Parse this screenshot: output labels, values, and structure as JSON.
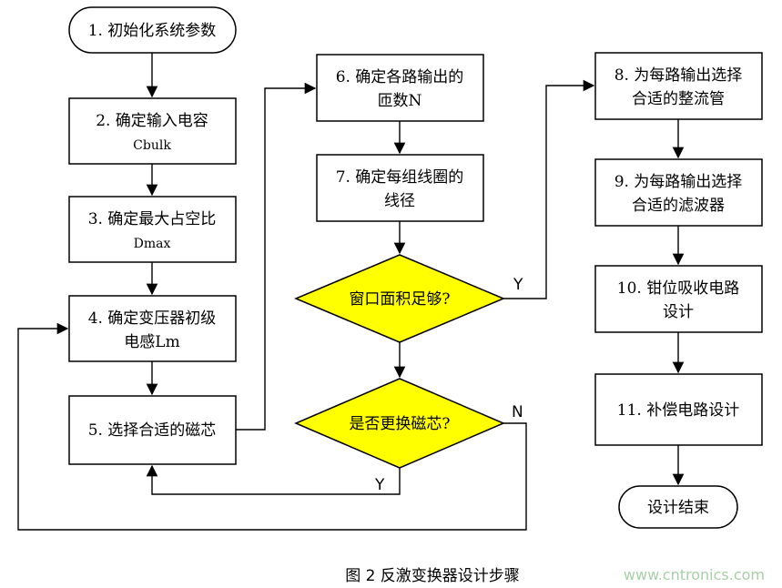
{
  "steps": {
    "s1": "1. 初始化系统参数",
    "s2": {
      "line1": "2. 确定输入电容",
      "line2": "Cbulk"
    },
    "s3": {
      "line1": "3. 确定最大占空比",
      "line2": "Dmax"
    },
    "s4": {
      "line1": "4. 确定变压器初级",
      "line2": "电感Lm"
    },
    "s5": "5. 选择合适的磁芯",
    "s6": {
      "line1": "6. 确定各路输出的",
      "line2": "匝数N"
    },
    "s7": {
      "line1": "7. 确定每组线圈的",
      "line2": "线径"
    },
    "d1": "窗口面积足够?",
    "d2": "是否更换磁芯?",
    "s8": {
      "line1": "8. 为每路输出选择",
      "line2": "合适的整流管"
    },
    "s9": {
      "line1": "9. 为每路输出选择",
      "line2": "合适的滤波器"
    },
    "s10": {
      "line1": "10. 钳位吸收电路",
      "line2": "设计"
    },
    "s11": "11. 补偿电路设计",
    "end": "设计结束"
  },
  "branch_labels": {
    "d1_yes": "Y",
    "d2_no": "N",
    "d2_yes": "Y"
  },
  "caption": "图 2 反激变换器设计步骤",
  "watermark": "www.cntronics.com",
  "colors": {
    "decision_fill": "#ffff00",
    "watermark": "#a8cfa8"
  }
}
